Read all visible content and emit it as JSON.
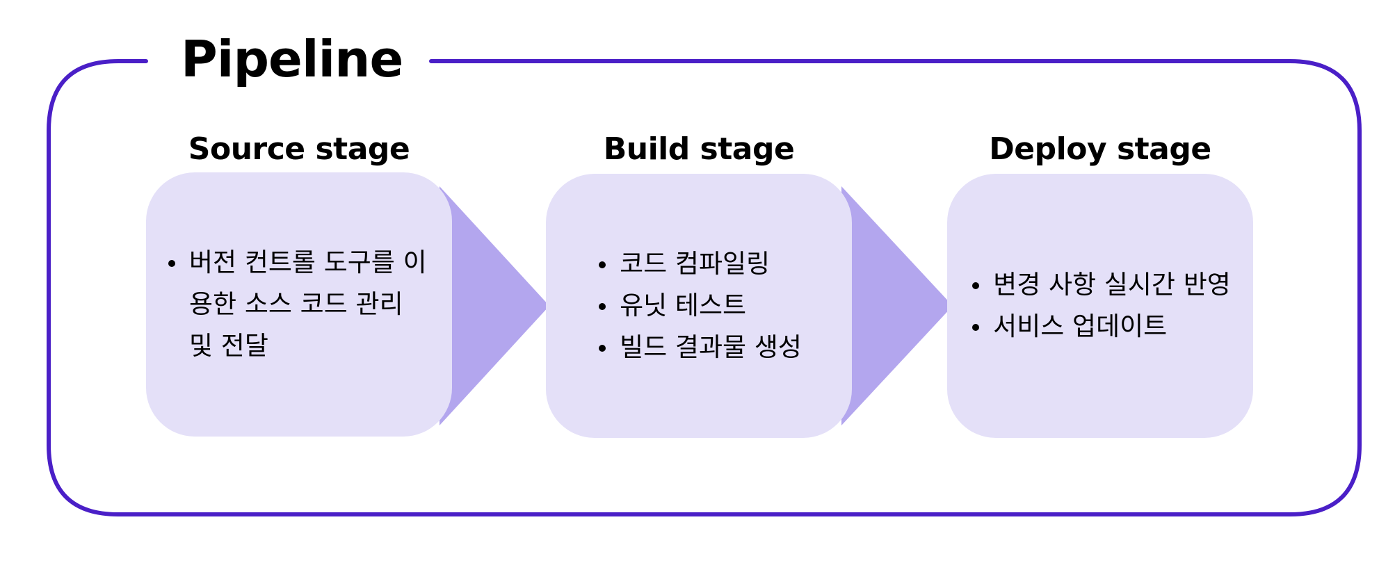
{
  "pipeline": {
    "title": "Pipeline"
  },
  "stages": [
    {
      "title": "Source stage",
      "items": [
        "버전 컨트롤 도구를 이용한 소스 코드 관리 및 전달"
      ]
    },
    {
      "title": "Build stage",
      "items": [
        "코드 컴파일링",
        "유닛 테스트",
        "빌드 결과물 생성"
      ]
    },
    {
      "title": "Deploy stage",
      "items": [
        "변경 사항 실시간 반영",
        "서비스 업데이트"
      ]
    }
  ],
  "colors": {
    "frame": "#4a1fc7",
    "card": "#e4e0f8",
    "arrow": "#b3a6ee",
    "text": "#000000"
  }
}
